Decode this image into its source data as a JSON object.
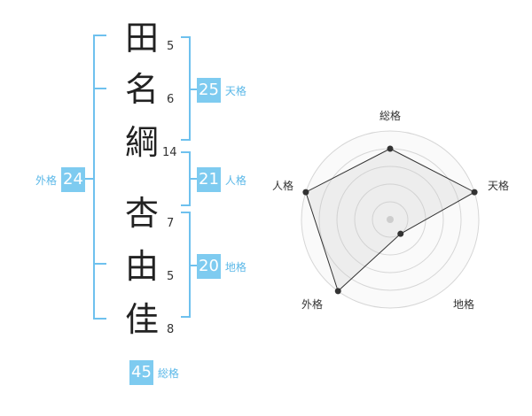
{
  "name": {
    "chars": [
      {
        "char": "田",
        "strokes": "5"
      },
      {
        "char": "名",
        "strokes": "6"
      },
      {
        "char": "綱",
        "strokes": "14"
      },
      {
        "char": "杏",
        "strokes": "7"
      },
      {
        "char": "由",
        "strokes": "5"
      },
      {
        "char": "佳",
        "strokes": "8"
      }
    ]
  },
  "kakusu": {
    "tenkaku": {
      "value": "25",
      "label": "天格"
    },
    "jinkaku": {
      "value": "21",
      "label": "人格"
    },
    "chikaku": {
      "value": "20",
      "label": "地格"
    },
    "gaikaku": {
      "value": "24",
      "label": "外格"
    },
    "soukaku": {
      "value": "45",
      "label": "総格"
    }
  },
  "colors": {
    "accent": "#7ecbf0",
    "bracket": "#6ec1ee",
    "label": "#5bb8e8"
  },
  "chart_data": {
    "type": "radar",
    "axes": [
      "総格",
      "天格",
      "地格",
      "外格",
      "人格"
    ],
    "scale_max": 5,
    "rings": 5,
    "values": [
      4,
      5,
      1,
      5,
      5
    ]
  }
}
